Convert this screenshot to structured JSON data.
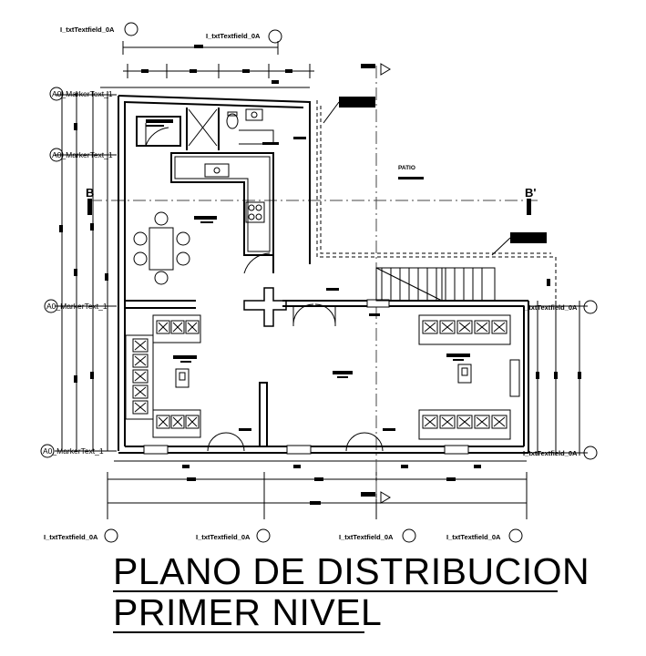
{
  "drawing": {
    "title_line1": "PLANO DE DISTRIBUCION",
    "title_line2": "PRIMER NIVEL",
    "patio_label": "PATIO",
    "section_start": "B",
    "section_end": "B'",
    "axis_markers": {
      "left": [
        "A0_MarkerText_1",
        "A0_MarkerText_1",
        "A0_MarkerText_1",
        "A0_MarkerText_1"
      ],
      "right": [
        "I_txtTextfield_0A",
        "I_txtTextfield_0A"
      ],
      "top": [
        "I_txtTextfield_0A",
        "I_txtTextfield_0A"
      ],
      "bottom": [
        "I_txtTextfield_0A",
        "I_txtTextfield_0A",
        "I_txtTextfield_0A",
        "I_txtTextfield_0A"
      ]
    }
  },
  "colors": {
    "ink": "#000000",
    "paper": "#ffffff",
    "dash": "#444444"
  }
}
